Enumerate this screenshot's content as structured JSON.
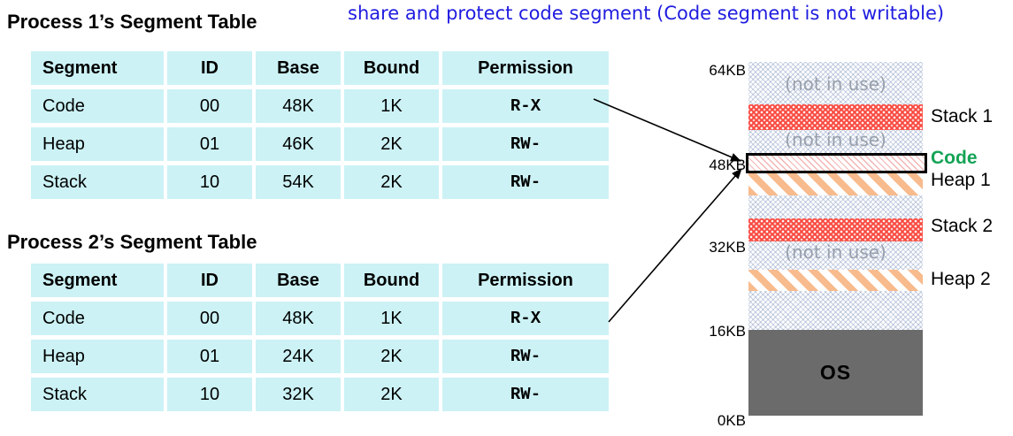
{
  "note": {
    "text": "share and protect code segment (Code segment is not writable)"
  },
  "tables": [
    {
      "title": "Process 1’s Segment Table",
      "headers": [
        "Segment",
        "ID",
        "Base",
        "Bound",
        "Permission"
      ],
      "rows": [
        [
          "Code",
          "00",
          "48K",
          "1K",
          "R-X"
        ],
        [
          "Heap",
          "01",
          "46K",
          "2K",
          "RW-"
        ],
        [
          "Stack",
          "10",
          "54K",
          "2K",
          "RW-"
        ]
      ]
    },
    {
      "title": "Process 2’s Segment Table",
      "headers": [
        "Segment",
        "ID",
        "Base",
        "Bound",
        "Permission"
      ],
      "rows": [
        [
          "Code",
          "00",
          "48K",
          "1K",
          "R-X"
        ],
        [
          "Heap",
          "01",
          "24K",
          "2K",
          "RW-"
        ],
        [
          "Stack",
          "10",
          "32K",
          "2K",
          "RW-"
        ]
      ]
    }
  ],
  "memory": {
    "axis": [
      "64KB",
      "48KB",
      "32KB",
      "16KB",
      "0KB"
    ],
    "not_in_use": "(not in use)",
    "labels": {
      "stack1": "Stack 1",
      "code": "Code",
      "heap1": "Heap 1",
      "stack2": "Stack 2",
      "heap2": "Heap 2",
      "os": "OS"
    }
  },
  "colors": {
    "cell-bg": "#ccf2f5",
    "note-blue": "#1f1ce0",
    "code-green": "#14a356",
    "stack-red": "#f8483e",
    "heap-orange": "#f8bb8d",
    "os-gray": "#6b6b6b",
    "hatch-blue": "rgba(130,150,190,0.45)",
    "codefill-pink": "rgba(232,120,120,0.55)",
    "notinuse-gray": "#98a0ac"
  }
}
